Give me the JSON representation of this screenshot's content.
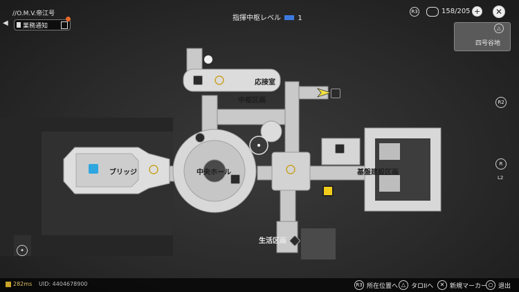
{
  "header": {
    "ship_name": "//O.M.V.帝江号",
    "quest_notice": "業務通知",
    "hub_level_label": "指揮中枢レベル",
    "hub_level_value": "1"
  },
  "resource": {
    "button_label": "R3",
    "counter": "158/205"
  },
  "minimap": {
    "location_label": "四号谷地"
  },
  "right_buttons": {
    "r2": "R2",
    "r": "R",
    "l2": "L2"
  },
  "map": {
    "zones": {
      "reception": "応接室",
      "hub_area": "中枢区画",
      "bridge": "ブリッジ",
      "central_hall": "中央ホール",
      "infrastructure": "基盤建設区画",
      "living_area": "生活区画"
    }
  },
  "footer": {
    "distance": "282ms",
    "uid": "UID: 4404678900",
    "actions": [
      {
        "button": "R3",
        "label": "所在位置へ"
      },
      {
        "button": "△",
        "label": "タロIIへ"
      },
      {
        "button": "✕",
        "label": "新規マーカー"
      },
      {
        "button": "○",
        "label": "退出"
      }
    ]
  },
  "colors": {
    "floor": "#d6d6d6",
    "accent_blue": "#2fa6e0",
    "accent_yellow": "#f2cc1a",
    "gold_marker": "#c9a227"
  }
}
